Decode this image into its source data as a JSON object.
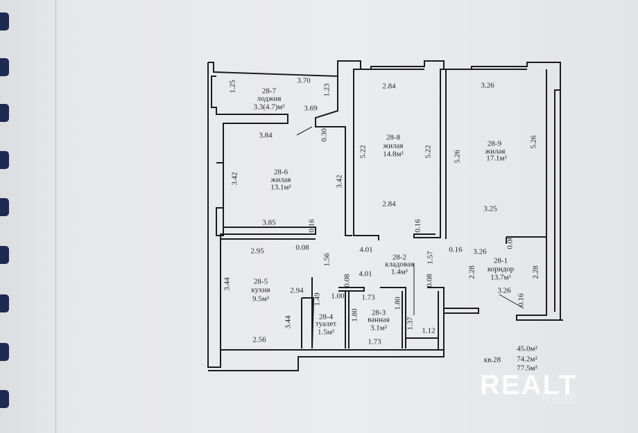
{
  "rooms": {
    "r7": {
      "id": "28-7",
      "type": "лоджия",
      "area": "3.3(4.7)м²",
      "dims": [
        "3.70",
        "1.25",
        "1.23",
        "3.69"
      ]
    },
    "r6": {
      "id": "28-6",
      "type": "жилая",
      "area": "13.1м²",
      "dims": [
        "3.84",
        "0.30",
        "3.42",
        "3.42",
        "3.85",
        "0.16"
      ]
    },
    "r8": {
      "id": "28-8",
      "type": "жилая",
      "area": "14.8м²",
      "dims": [
        "2.84",
        "5.22",
        "5.22",
        "2.84",
        "0.16"
      ]
    },
    "r9": {
      "id": "28-9",
      "type": "жилая",
      "area": "17.1м²",
      "dims": [
        "3.26",
        "5.26",
        "5.26",
        "3.25"
      ]
    },
    "r2": {
      "id": "28-2",
      "type": "кладовая",
      "area": "1.4м²",
      "dims": [
        "4.01",
        "1.57",
        "4.01",
        "0.08",
        "1.37"
      ]
    },
    "r1": {
      "id": "28-1",
      "type": "коридор",
      "area": "13.7м²",
      "dims": [
        "0.16",
        "3.26",
        "0.08",
        "2.28",
        "2.28",
        "3.26",
        "0.16"
      ]
    },
    "r5": {
      "id": "28-5",
      "type": "кухня",
      "area": "9.5м²",
      "dims": [
        "2.95",
        "0.08",
        "1.56",
        "3.44",
        "2.94",
        "3.44",
        "2.56"
      ]
    },
    "r4": {
      "id": "28-4",
      "type": "туалет",
      "area": "1.5м²",
      "dims": [
        "1.49",
        "1.00"
      ]
    },
    "r3": {
      "id": "28-3",
      "type": "ванная",
      "area": "3.1м²",
      "dims": [
        "0.08",
        "1.73",
        "1.80",
        "1.80",
        "1.73",
        "1.12"
      ]
    }
  },
  "summary": {
    "apartment": "кв.28",
    "living_area": "45.0м²",
    "total_area": "74.2м²",
    "total_with_loggia": "77.5м²"
  },
  "watermark": {
    "logo": "REALT",
    "faint": "Realt"
  }
}
